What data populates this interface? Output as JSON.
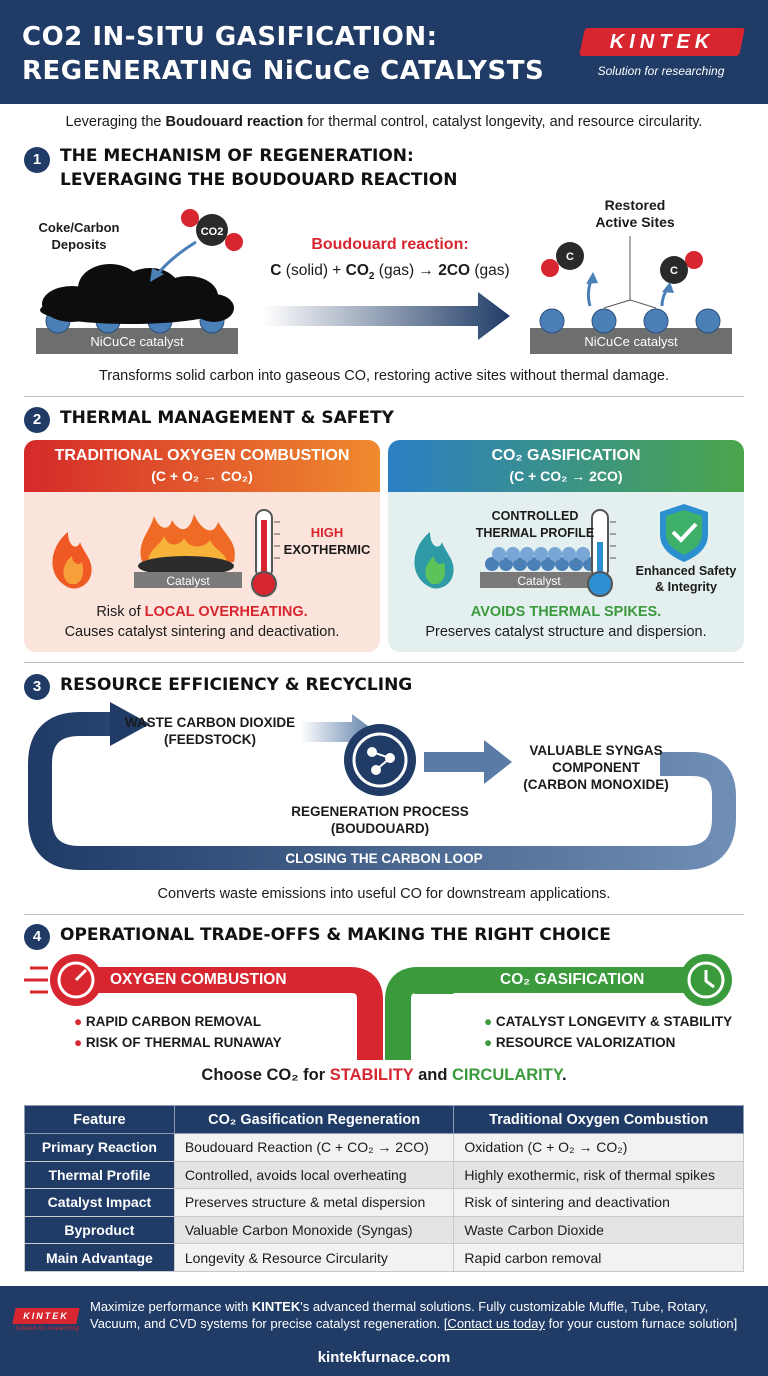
{
  "header": {
    "title_line1": "CO2 IN-SITU GASIFICATION:",
    "title_line2": "REGENERATING NiCuCe CATALYSTS",
    "logo": "KINTEK",
    "logo_tagline": "Solution for researching"
  },
  "subtitle": {
    "pre": "Leveraging the ",
    "bold": "Boudouard reaction",
    "post": " for thermal control, catalyst longevity, and resource circularity."
  },
  "section1": {
    "number": "1",
    "title_line1": "THE MECHANISM OF REGENERATION:",
    "title_line2": "LEVERAGING THE BOUDOUARD REACTION",
    "coke_label_line1": "Coke/Carbon",
    "coke_label_line2": "Deposits",
    "co2_molecule": "CO2",
    "reaction_title": "Boudouard reaction:",
    "reaction_c": "C",
    "reaction_solid": " (solid) + ",
    "reaction_co": "CO",
    "reaction_sub2": "2",
    "reaction_gas": " (gas) → ",
    "reaction_2co": "2CO",
    "reaction_gas2": " (gas)",
    "restored_line1": "Restored",
    "restored_line2": "Active Sites",
    "co_atom": "C",
    "catalyst_left": "NiCuCe catalyst",
    "catalyst_right": "NiCuCe catalyst",
    "caption": "Transforms solid carbon into gaseous CO, restoring active sites without thermal damage."
  },
  "section2": {
    "number": "2",
    "title": "THERMAL MANAGEMENT & SAFETY",
    "left": {
      "heading": "TRADITIONAL OXYGEN COMBUSTION",
      "equation": "(C + O₂ → CO₂)",
      "catalyst": "Catalyst",
      "tag_line1": "HIGH",
      "tag_line2": "EXOTHERMIC",
      "risk_pre": "Risk of ",
      "risk_highlight": "LOCAL OVERHEATING.",
      "detail": "Causes catalyst sintering and deactivation.",
      "color": "#d7262f"
    },
    "right": {
      "heading": "CO₂ GASIFICATION",
      "equation": "(C + CO₂ → 2CO)",
      "catalyst": "Catalyst",
      "tag_line1": "CONTROLLED",
      "tag_line2": "THERMAL PROFILE",
      "safety_line1": "Enhanced Safety",
      "safety_line2": "& Integrity",
      "highlight": "AVOIDS THERMAL SPIKES.",
      "detail": "Preserves catalyst structure and dispersion.",
      "color": "#3a9a3c"
    }
  },
  "section3": {
    "number": "3",
    "title": "RESOURCE EFFICIENCY & RECYCLING",
    "feed_line1": "WASTE CARBON DIOXIDE",
    "feed_line2": "(FEEDSTOCK)",
    "process_line1": "REGENERATION PROCESS",
    "process_line2": "(BOUDOUARD)",
    "product_line1": "VALUABLE SYNGAS",
    "product_line2": "COMPONENT",
    "product_line3": "(CARBON MONOXIDE)",
    "loop_label": "CLOSING THE CARBON LOOP",
    "caption": "Converts waste emissions into useful CO for downstream applications."
  },
  "section4": {
    "number": "4",
    "title": "OPERATIONAL TRADE-OFFS & MAKING THE RIGHT CHOICE",
    "left_label": "OXYGEN COMBUSTION",
    "left_points": [
      "RAPID CARBON REMOVAL",
      "RISK OF THERMAL RUNAWAY"
    ],
    "right_label": "CO₂ GASIFICATION",
    "right_points": [
      "CATALYST LONGEVITY & STABILITY",
      "RESOURCE VALORIZATION"
    ],
    "choose_pre": "Choose CO₂ for ",
    "choose_stability": "STABILITY",
    "choose_and": " and ",
    "choose_circularity": "CIRCULARITY",
    "choose_end": "."
  },
  "table": {
    "headers": [
      "Feature",
      "CO₂ Gasification Regeneration",
      "Traditional Oxygen Combustion"
    ],
    "rows": [
      [
        "Primary Reaction",
        "Boudouard Reaction (C + CO₂ → 2CO)",
        "Oxidation (C + O₂ → CO₂)"
      ],
      [
        "Thermal Profile",
        "Controlled, avoids local overheating",
        "Highly exothermic, risk of thermal spikes"
      ],
      [
        "Catalyst Impact",
        "Preserves structure & metal dispersion",
        "Risk of sintering and deactivation"
      ],
      [
        "Byproduct",
        "Valuable Carbon Monoxide (Syngas)",
        "Waste Carbon Dioxide"
      ],
      [
        "Main Advantage",
        "Longevity & Resource Circularity",
        "Rapid carbon removal"
      ]
    ]
  },
  "footer": {
    "logo": "KINTEK",
    "logo_tagline": "Solution for researching",
    "text_pre": "Maximize performance with ",
    "text_brand": "KINTEK",
    "text_post": "'s advanced thermal solutions. Fully customizable Muffle, Tube, Rotary, Vacuum, and CVD systems for precise catalyst regeneration. ",
    "link_text": "[Contact us today",
    "text_end": " for your custom furnace solution]",
    "url": "kintekfurnace.com"
  },
  "colors": {
    "navy": "#1f3b66",
    "red": "#d7262f",
    "green": "#3a9a3c",
    "blue_accent": "#2b8fd0",
    "orange": "#e8762a"
  }
}
